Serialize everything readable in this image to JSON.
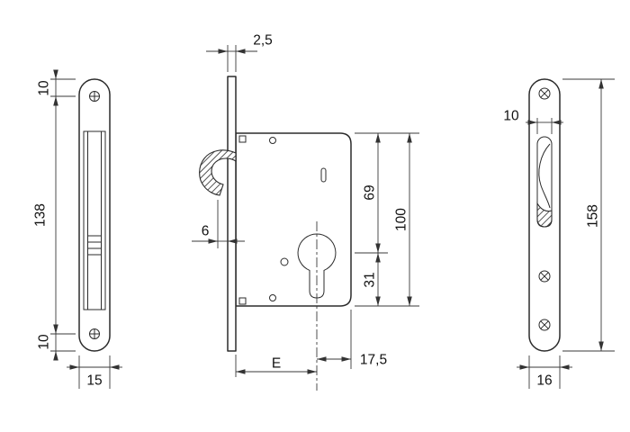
{
  "colors": {
    "line": "#2b2b2b",
    "dimension": "#3a3a3a",
    "text": "#111111",
    "background": "#ffffff"
  },
  "views": {
    "front_plate": {
      "dim_top_offset": "10",
      "dim_hole_spacing": "138",
      "dim_bottom_offset": "10",
      "dim_width": "15"
    },
    "lock_section": {
      "dim_faceplate_thickness": "2,5",
      "dim_hook_protrusion": "6",
      "dim_top_to_cylinder_center": "69",
      "dim_case_height": "100",
      "dim_cylinder_center_to_bottom": "31",
      "dim_backset": "E",
      "dim_center_to_back_edge": "17,5"
    },
    "side_plate": {
      "dim_slot_width": "10",
      "dim_plate_height": "158",
      "dim_plate_width": "16"
    }
  }
}
